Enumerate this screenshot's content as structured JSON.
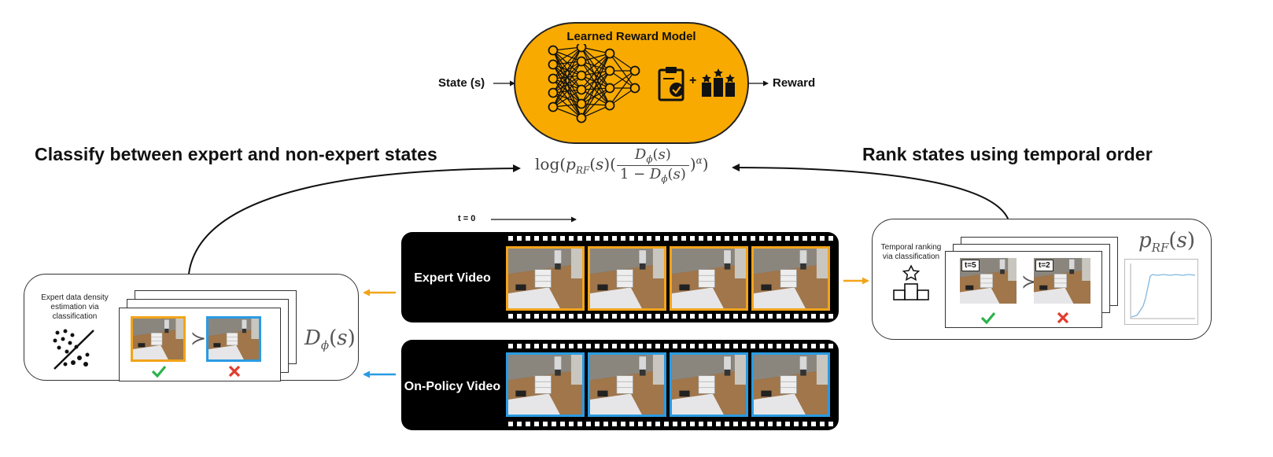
{
  "reward_model": {
    "title": "Learned Reward Model",
    "input_label": "State (s)",
    "output_label": "Reward",
    "icons": [
      "neural-network-icon",
      "clipboard-check-icon",
      "plus-icon",
      "ranking-podium-icon"
    ],
    "fill_color": "#f8aa00"
  },
  "left_heading": "Classify between expert and non-expert states",
  "right_heading": "Rank states using temporal order",
  "time_label": "t = 0",
  "expert_strip": {
    "label": "Expert Video",
    "frame_color": "#f2a41a",
    "frame_count": 4
  },
  "policy_strip": {
    "label": "On-Policy Video",
    "frame_color": "#2a9be2",
    "frame_count": 4
  },
  "left_panel": {
    "caption": "Expert data density estimation via classification",
    "symbol_icon": "density-dots-icon",
    "colors": {
      "expert": "#f2a41a",
      "policy": "#2a9be2",
      "check": "#2bb24c",
      "cross": "#e23b2e"
    }
  },
  "right_panel": {
    "caption": "Temporal ranking via classification",
    "symbol_icon": "podium-star-icon",
    "t_later": "t=5",
    "t_earlier": "t=2",
    "plot_color": "#7fb6e0"
  }
}
